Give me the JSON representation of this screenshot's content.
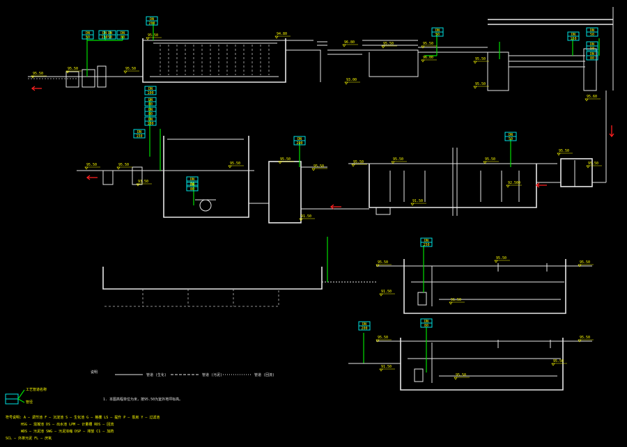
{
  "colors": {
    "background": "#000000",
    "structure": "#e8e8e8",
    "pipeline": "#00e000",
    "tag_frame": "#00e5e5",
    "annotation": "#ffff00",
    "flow_arrow": "#ff2020"
  },
  "elevations": [
    {
      "id": "e1",
      "text": "95.50"
    },
    {
      "id": "e2",
      "text": "95.50"
    },
    {
      "id": "e3",
      "text": "95.50"
    },
    {
      "id": "e4",
      "text": "95.50"
    },
    {
      "id": "e5",
      "text": "94.80"
    },
    {
      "id": "e6",
      "text": "96.80"
    },
    {
      "id": "e7",
      "text": "95.50"
    },
    {
      "id": "e8",
      "text": "95.50"
    },
    {
      "id": "e9",
      "text": "96.00"
    },
    {
      "id": "e10",
      "text": "95.50"
    },
    {
      "id": "e11",
      "text": "95.50"
    },
    {
      "id": "e12",
      "text": "95.60"
    },
    {
      "id": "e13",
      "text": "93.00"
    },
    {
      "id": "e14",
      "text": "95.50"
    },
    {
      "id": "e15",
      "text": "95.50"
    },
    {
      "id": "e16",
      "text": "93.50"
    },
    {
      "id": "e17",
      "text": "95.50"
    },
    {
      "id": "e18",
      "text": "95.50"
    },
    {
      "id": "e19",
      "text": "91.50"
    },
    {
      "id": "e20",
      "text": "95.50"
    },
    {
      "id": "e21",
      "text": "95.50"
    },
    {
      "id": "e22",
      "text": "91.50"
    },
    {
      "id": "e23",
      "text": "95.50"
    },
    {
      "id": "e24",
      "text": "95.50"
    },
    {
      "id": "e25",
      "text": "95.50"
    },
    {
      "id": "e26",
      "text": "92.500"
    },
    {
      "id": "e27",
      "text": "95.50"
    },
    {
      "id": "e28",
      "text": "95.50"
    },
    {
      "id": "e29",
      "text": "95.50"
    },
    {
      "id": "e30",
      "text": "91.50"
    },
    {
      "id": "e31",
      "text": "91.50"
    },
    {
      "id": "e32",
      "text": "95.50"
    },
    {
      "id": "e33",
      "text": "95.50"
    },
    {
      "id": "e34",
      "text": "95.50"
    },
    {
      "id": "e35",
      "text": "91.50"
    },
    {
      "id": "e36",
      "text": "95.50"
    },
    {
      "id": "e37",
      "text": "95.50"
    }
  ],
  "tags": [
    {
      "id": "t1",
      "top": "DN",
      "bottom": "50"
    },
    {
      "id": "t2",
      "top": "DN",
      "bottom": "150"
    },
    {
      "id": "t3",
      "top": "DN",
      "bottom": "80"
    },
    {
      "id": "t4",
      "top": "DN",
      "bottom": "200"
    },
    {
      "id": "t5",
      "top": "DN",
      "bottom": "50"
    },
    {
      "id": "t6",
      "top": "DN",
      "bottom": "150"
    },
    {
      "id": "t7",
      "top": "DN",
      "bottom": "50"
    },
    {
      "id": "t8",
      "top": "DN",
      "bottom": "50"
    },
    {
      "id": "t9",
      "top": "DN",
      "bottom": "80"
    },
    {
      "id": "t10",
      "top": "DN",
      "bottom": "80"
    },
    {
      "id": "t11",
      "top": "DN",
      "bottom": "100"
    },
    {
      "id": "t12",
      "top": "DN",
      "bottom": "150"
    },
    {
      "id": "t13",
      "top": "DN",
      "bottom": "50"
    },
    {
      "id": "t14",
      "top": "DN",
      "bottom": "200"
    },
    {
      "id": "t15",
      "top": "DN",
      "bottom": "50"
    },
    {
      "id": "t16",
      "top": "DN",
      "bottom": "150"
    },
    {
      "id": "t17",
      "top": "DN",
      "bottom": "80"
    },
    {
      "id": "t18",
      "top": "DN",
      "bottom": "200"
    },
    {
      "id": "t19",
      "top": "DN",
      "bottom": "80"
    },
    {
      "id": "t20",
      "top": "DN",
      "bottom": "100"
    },
    {
      "id": "t21",
      "top": "DN",
      "bottom": "50"
    },
    {
      "id": "t22",
      "top": "DN",
      "bottom": "80"
    }
  ],
  "notes": {
    "heading": "说明",
    "line1": "1. 本图高程单位为米，按95.50为室外地坪标高。",
    "legend_solid": "管道 (生化)",
    "legend_dashed": "管道 (污泥)",
    "legend_dotted": "管道 (回流)",
    "abbr1": "符号说明: A — 调节池  F — 沉淀池  S — 生化池  G — 格栅  LS — 提升  P — 泵房  Y — 过滤池",
    "abbr2": "HSG — 混凝池  DS — 出水池  LPM — 计量槽  RDS — 回流",
    "abbr3": "WDS — 污泥池  SWG — 污泥浓缩  DSP — 排放  C1 — 加药",
    "abbr4": "SCL — 外排污泥  FL — 厌氧"
  },
  "legend_box": {
    "line1": "工艺管道名称",
    "line2": "管径"
  }
}
